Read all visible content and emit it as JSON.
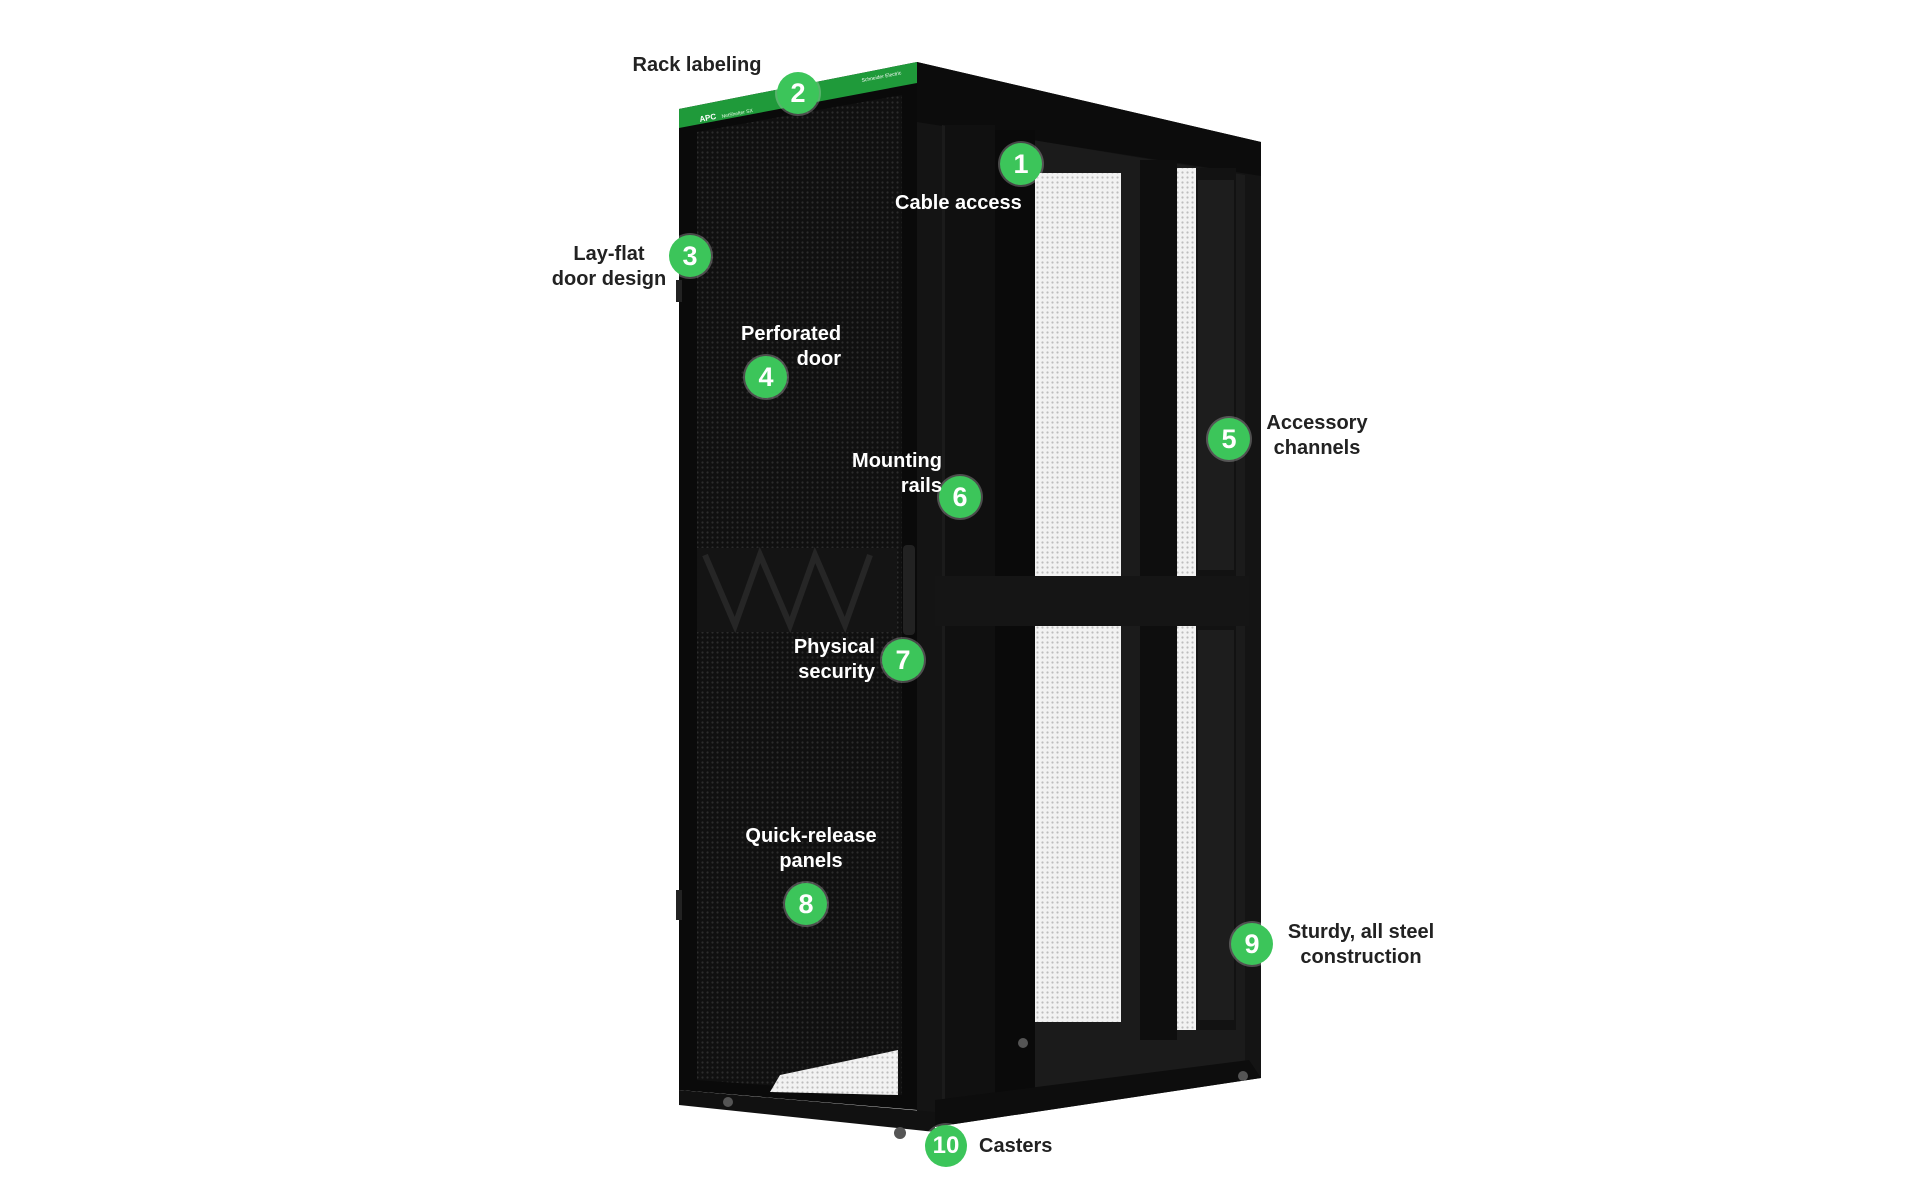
{
  "callouts": [
    {
      "number": "1",
      "label": "Cable access"
    },
    {
      "number": "2",
      "label": "Rack labeling"
    },
    {
      "number": "3",
      "label": "Lay-flat door design",
      "lines": [
        "Lay-flat",
        "door design"
      ]
    },
    {
      "number": "4",
      "label": "Perforated door",
      "lines": [
        "Perforated",
        "door"
      ]
    },
    {
      "number": "5",
      "label": "Accessory channels",
      "lines": [
        "Accessory",
        "channels"
      ]
    },
    {
      "number": "6",
      "label": "Mounting rails",
      "lines": [
        "Mounting",
        "rails"
      ]
    },
    {
      "number": "7",
      "label": "Physical security",
      "lines": [
        "Physical",
        "security"
      ]
    },
    {
      "number": "8",
      "label": "Quick-release panels",
      "lines": [
        "Quick-release",
        "panels"
      ]
    },
    {
      "number": "9",
      "label": "Sturdy, all steel construction",
      "lines": [
        "Sturdy, all steel",
        "construction"
      ]
    },
    {
      "number": "10",
      "label": "Casters"
    }
  ],
  "branding": {
    "logo": "APC",
    "brand": "Schneider Electric",
    "product": "NetShelter SX"
  },
  "colors": {
    "accent": "#3cc55a",
    "band": "#1f9a3a",
    "rack": "#151515"
  }
}
